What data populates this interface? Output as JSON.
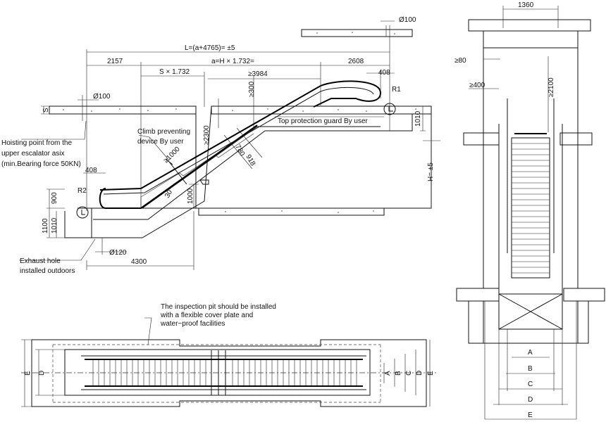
{
  "side_view": {
    "dims": {
      "total_length": "L=(a+4765)=       ±5",
      "lower_end": "2157",
      "truss_length": "a=H × 1.732=",
      "upper_end": "2608",
      "s_offset": "S × 1.732",
      "min_3984": "≥3984",
      "min_300": "≥300",
      "dia_100_top": "Ø100",
      "dia_100_left": "Ø100",
      "dia_120": "Ø120",
      "dim_408_top": "408",
      "dim_408_left": "408",
      "r1": "R1",
      "r2": "R2",
      "s_label": "S",
      "min_2300": "≥2300",
      "min_1000": "≥1000",
      "dim_780": "780",
      "dim_918": "918",
      "angle_30": "30°",
      "dim_1000_v": "1000",
      "dim_1010_top": "1010",
      "dim_900": "900",
      "dim_1100": "1100",
      "dim_1010_left": "1010",
      "dim_4300": "4300",
      "height": "H=      ±5"
    },
    "notes": {
      "hoisting_line1": "Hoisting point from the",
      "hoisting_line2": "upper escalator asix",
      "hoisting_line3": "(min.Bearing force 50KN)",
      "climb_line1": "Climb preventing",
      "climb_line2": "device By user",
      "top_guard": "Top protection guard By user",
      "exhaust_line1": "Exhaust hole",
      "exhaust_line2": "installed outdoors"
    }
  },
  "plan_view": {
    "note_line1": "The inspection pit should be installed",
    "note_line2": "with a flexible cover plate and",
    "note_line3": "water−proof facilities",
    "labels": {
      "a": "A",
      "b": "B",
      "c": "C",
      "d": "D",
      "e": "E"
    }
  },
  "end_view": {
    "dim_1360": "1360",
    "min_80": "≥80",
    "min_400": "≥400",
    "min_2100": "≥2100",
    "labels": {
      "a": "A",
      "b": "B",
      "c": "C",
      "d": "D",
      "e": "E"
    }
  }
}
